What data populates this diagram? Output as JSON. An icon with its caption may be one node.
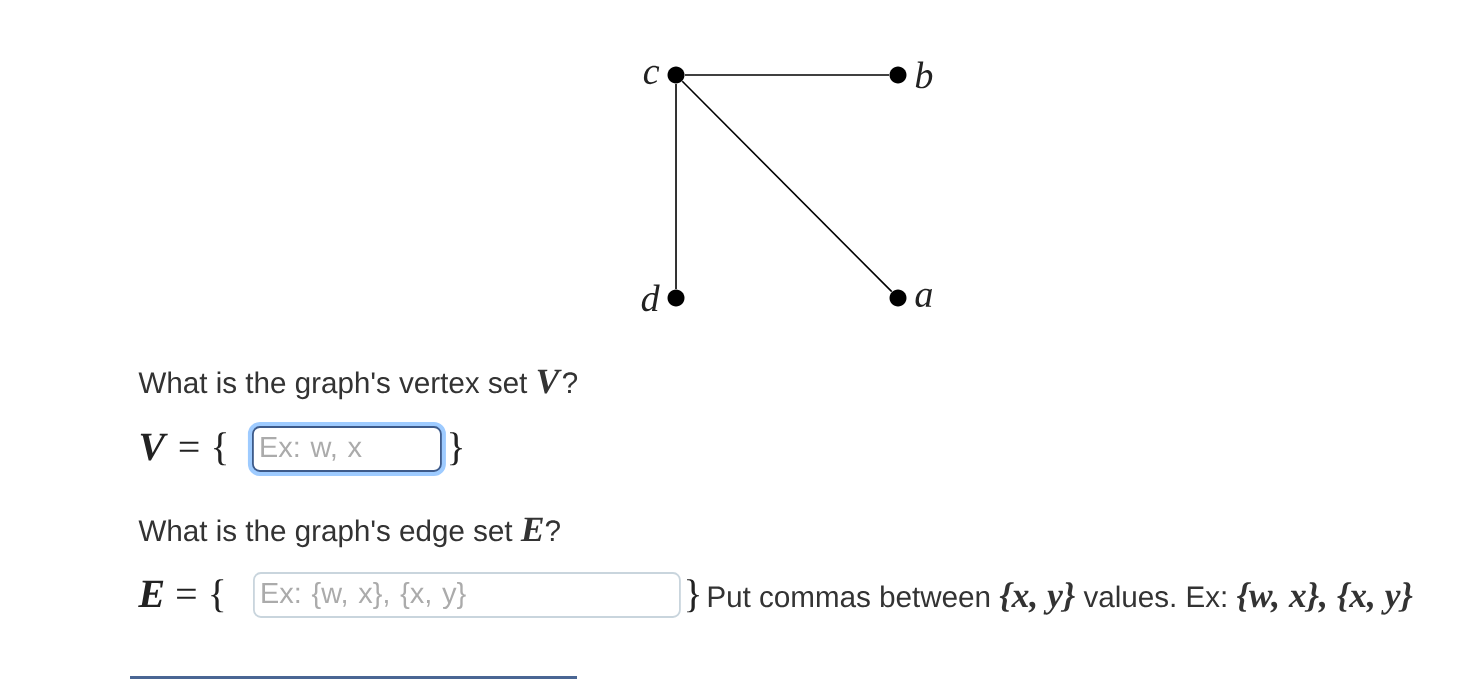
{
  "diagram": {
    "nodes": [
      {
        "text": [],
        "shape": "circle",
        "beside": [
          "c"
        ]
      },
      {
        "text": [],
        "shape": "circle",
        "beside": [
          "b"
        ]
      },
      {
        "text": [],
        "shape": "circle",
        "beside": [
          "d"
        ]
      },
      {
        "text": [],
        "shape": "circle",
        "beside": [
          "a"
        ]
      },
      {
        "text": [
          "Ex: w, x"
        ]
      },
      {
        "text": [
          "Ex: {w, x}, {x, y}"
        ]
      }
    ],
    "edges": [
      {
        "from": 0,
        "to": 1,
        "arrow": "none"
      },
      {
        "from": 0,
        "to": 2,
        "arrow": "none"
      },
      {
        "from": 0,
        "to": 3,
        "arrow": "none"
      }
    ],
    "labels": [
      "What is the graph's vertex set **V**?",
      "**V** = {",
      "}",
      "What is the graph's edge set **E**?",
      "**E** = {",
      "}",
      "Put commas between **{x, y}** values. Ex: **{w, x}, {x, y}**"
    ]
  }
}
